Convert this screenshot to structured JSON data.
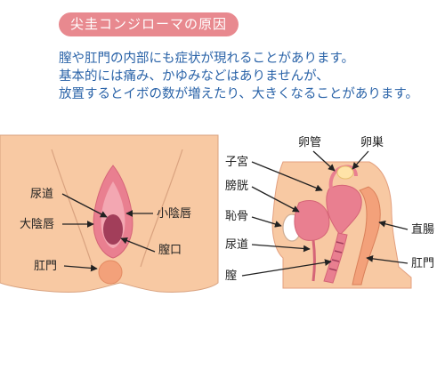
{
  "title": "尖圭コンジローマの原因",
  "description": [
    "膣や肛門の内部にも症状が現れることがあります。",
    "基本的には痛み、かゆみなどはありませんが、",
    "放置するとイボの数が増えたり、大きくなることがあります。"
  ],
  "external_view": {
    "labels": {
      "urethra": "尿道",
      "labia_majora": "大陰唇",
      "labia_minora": "小陰唇",
      "vaginal_opening": "膣口",
      "anus": "肛門"
    }
  },
  "sectional_view": {
    "labels": {
      "fallopian_tube": "卵管",
      "ovary": "卵巣",
      "uterus": "子宮",
      "bladder": "膀胱",
      "pubic_bone": "恥骨",
      "urethra": "尿道",
      "vagina": "膣",
      "rectum": "直腸",
      "anus": "肛門"
    }
  },
  "colors": {
    "accent": "#e8898f",
    "text_blue": "#2a63a8",
    "skin": "#f8c9a3",
    "pink": "#e97f90",
    "dark_red": "#a23e5a"
  }
}
